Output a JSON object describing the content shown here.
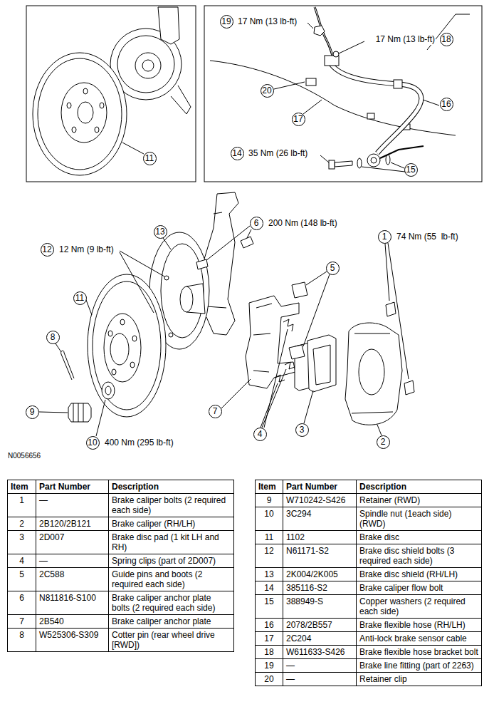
{
  "diagram": {
    "nodes": [
      {
        "text": [
          "11"
        ]
      },
      {
        "text": [
          "19"
        ]
      },
      {
        "text": [
          "18"
        ]
      },
      {
        "text": [
          "20"
        ]
      },
      {
        "text": [
          "16"
        ]
      },
      {
        "text": [
          "17"
        ]
      },
      {
        "text": [
          "14"
        ]
      },
      {
        "text": [
          "15"
        ]
      },
      {
        "text": [
          "13"
        ]
      },
      {
        "text": [
          "6"
        ]
      },
      {
        "text": [
          "1"
        ]
      },
      {
        "text": [
          "12"
        ]
      },
      {
        "text": [
          "5"
        ]
      },
      {
        "text": [
          "11"
        ]
      },
      {
        "text": [
          "8"
        ]
      },
      {
        "text": [
          "9"
        ]
      },
      {
        "text": [
          "7"
        ]
      },
      {
        "text": [
          "4"
        ]
      },
      {
        "text": [
          "3"
        ]
      },
      {
        "text": [
          "2"
        ]
      },
      {
        "text": [
          "10"
        ]
      }
    ],
    "labels": [
      "17 Nm (13 lb-ft)",
      "17 Nm (13 lb-ft)",
      "35 Nm (26 lb-ft)",
      "200 Nm (148 lb-ft)",
      "74 Nm (55  lb-ft)",
      "12 Nm (9 lb-ft)",
      "400 Nm (295 lb-ft)",
      "N0056656",
      "Item",
      "Part Number",
      "Description",
      "1",
      "—",
      "Brake caliper bolts (2 required each side)",
      "2",
      "2B120/2B121",
      "Brake caliper (RH/LH)",
      "3",
      "2D007",
      "Brake disc pad (1 kit LH and RH)",
      "4",
      "—",
      "Spring clips (part of 2D007)",
      "5",
      "2C588",
      "Guide pins and boots (2 required each side)",
      "6",
      "N811816-S100",
      "Brake caliper anchor plate bolts (2 required each side)",
      "7",
      "2B540",
      "Brake caliper anchor plate",
      "8",
      "W525306-S309",
      "Cotter pin (rear wheel drive [RWD])",
      "Item",
      "Part Number",
      "Description",
      "9",
      "W710242-S426",
      "Retainer (RWD)",
      "10",
      "3C294",
      "Spindle nut (1each side) (RWD)",
      "11",
      "1102",
      "Brake disc",
      "12",
      "N61171-S2",
      "Brake disc shield bolts (3 required each side)",
      "13",
      "2K004/2K005",
      "Brake disc shield (RH/LH)",
      "14",
      "385116-S2",
      "Brake caliper flow bolt",
      "15",
      "388949-S",
      "Copper washers (2 required each side)",
      "16",
      "2078/2B557",
      "Brake flexible hose (RH/LH)",
      "17",
      "2C204",
      "Anti-lock brake sensor cable",
      "18",
      "W611633-S426",
      "Brake flexible hose bracket bolt",
      "19",
      "—",
      "Brake line fitting (part of 2263)",
      "20",
      "—",
      "Retainer clip"
    ]
  }
}
